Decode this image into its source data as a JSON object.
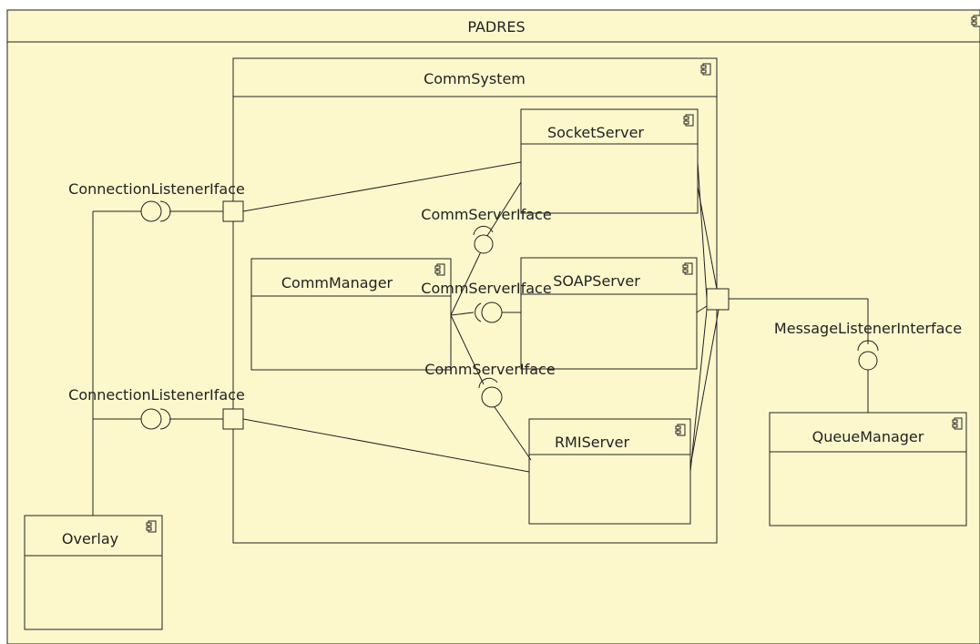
{
  "diagram": {
    "title": "PADRES",
    "colors": {
      "background": "#fdf8cc",
      "stroke": "#222222"
    },
    "components": {
      "comm_system": "CommSystem",
      "socket_server": "SocketServer",
      "comm_manager": "CommManager",
      "soap_server": "SOAPServer",
      "rmi_server": "RMIServer",
      "queue_manager": "QueueManager",
      "overlay": "Overlay"
    },
    "interfaces": {
      "connection_listener_top": "ConnectionListenerIface",
      "connection_listener_bottom": "ConnectionListenerIface",
      "comm_server_1": "CommServerIface",
      "comm_server_2": "CommServerIface",
      "comm_server_3": "CommServerIface",
      "message_listener": "MessageListenerInterface"
    },
    "component_icon": "component-icon"
  }
}
